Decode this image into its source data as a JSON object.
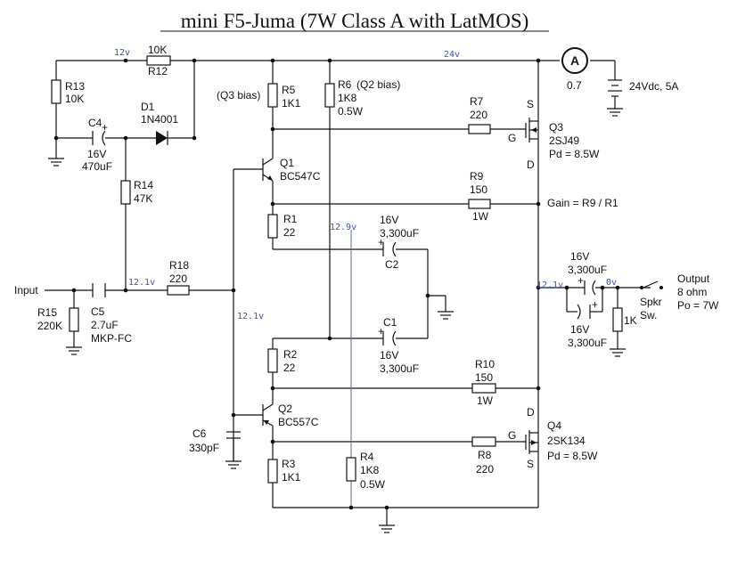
{
  "title": "mini F5-Juma (7W Class A with LatMOS)",
  "rails": {
    "top_left": "12v",
    "top": "24v",
    "mid_left": "12.1v",
    "bias_node": "12.1v",
    "out_mid": "12.1v",
    "out_v": "0v",
    "c2_node": "12.9v"
  },
  "supply": {
    "meter": "A",
    "meter_reading": "0.7",
    "label": "24Vdc, 5A"
  },
  "comp": {
    "r13": {
      "name": "R13",
      "value": "10K"
    },
    "r12": {
      "name": "R12",
      "value": "10K"
    },
    "d1": {
      "name": "D1",
      "value": "1N4001"
    },
    "c4": {
      "name": "C4",
      "voltage": "16V",
      "value": "470uF"
    },
    "r14": {
      "name": "R14",
      "value": "47K"
    },
    "r5": {
      "name": "R5",
      "value": "1K1",
      "note": "(Q3 bias)"
    },
    "r6": {
      "name": "R6",
      "value": "1K8",
      "power": "0.5W",
      "note": "(Q2 bias)"
    },
    "r7": {
      "name": "R7",
      "value": "220"
    },
    "q3": {
      "name": "Q3",
      "type": "2SJ49",
      "pd": "Pd = 8.5W",
      "s": "S",
      "g": "G",
      "d": "D"
    },
    "q1": {
      "name": "Q1",
      "type": "BC547C"
    },
    "r9": {
      "name": "R9",
      "value": "150",
      "power": "1W"
    },
    "gain": "Gain = R9 / R1",
    "r1": {
      "name": "R1",
      "value": "22"
    },
    "c2": {
      "name": "C2",
      "voltage": "16V",
      "value": "3,300uF"
    },
    "r18": {
      "name": "R18",
      "value": "220"
    },
    "input": "Input",
    "c5": {
      "name": "C5",
      "value": "2.7uF",
      "type": "MKP-FC"
    },
    "r15": {
      "name": "R15",
      "value": "220K"
    },
    "c_out1": {
      "voltage": "16V",
      "value": "3,300uF"
    },
    "c_out2": {
      "voltage": "16V",
      "value": "3,300uF"
    },
    "r_out": {
      "value": "1K"
    },
    "output": {
      "label": "Output",
      "load": "8 ohm",
      "power": "Po = 7W"
    },
    "spkr": {
      "line1": "Spkr",
      "line2": "Sw."
    },
    "c1": {
      "name": "C1",
      "voltage": "16V",
      "value": "3,300uF"
    },
    "r2": {
      "name": "R2",
      "value": "22"
    },
    "r10": {
      "name": "R10",
      "value": "150",
      "power": "1W"
    },
    "q2": {
      "name": "Q2",
      "type": "BC557C"
    },
    "q4": {
      "name": "Q4",
      "type": "2SK134",
      "pd": "Pd = 8.5W",
      "d": "D",
      "g": "G",
      "s": "S"
    },
    "c6": {
      "name": "C6",
      "value": "330pF"
    },
    "r8": {
      "name": "R8",
      "value": "220"
    },
    "r3": {
      "name": "R3",
      "value": "1K1"
    },
    "r4": {
      "name": "R4",
      "value": "1K8",
      "power": "0.5W"
    }
  }
}
